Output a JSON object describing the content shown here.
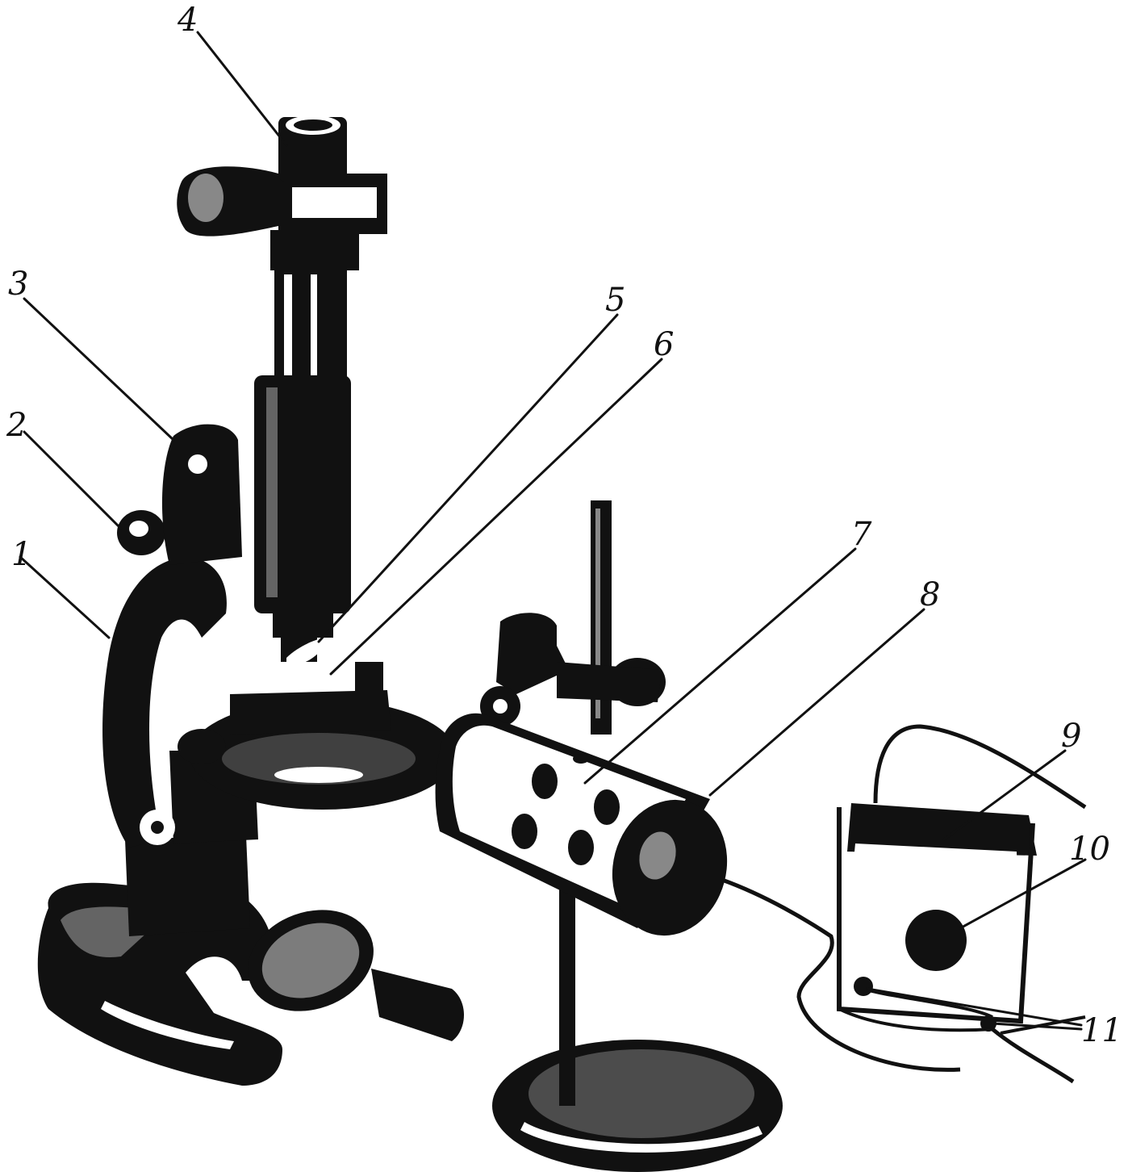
{
  "eyepiece_plate_text": "",
  "labels": [
    {
      "id": "1",
      "text": "1"
    },
    {
      "id": "2",
      "text": "2"
    },
    {
      "id": "3",
      "text": "3"
    },
    {
      "id": "4",
      "text": "4"
    },
    {
      "id": "5",
      "text": "5"
    },
    {
      "id": "6",
      "text": "6"
    },
    {
      "id": "7",
      "text": "7"
    },
    {
      "id": "8",
      "text": "8"
    },
    {
      "id": "9",
      "text": "9"
    },
    {
      "id": "10",
      "text": "10"
    },
    {
      "id": "11",
      "text": "11"
    }
  ],
  "colors": {
    "ink": "#111111",
    "paper": "#ffffff"
  }
}
